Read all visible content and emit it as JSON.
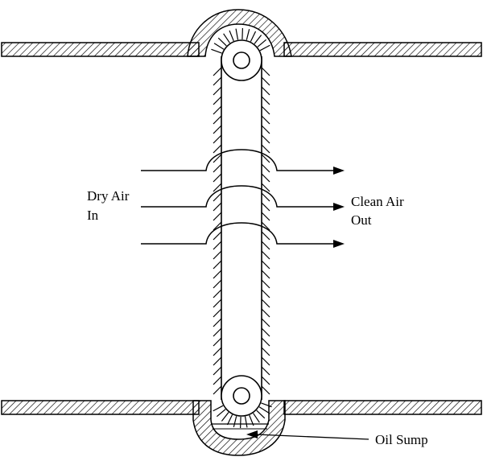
{
  "labels": {
    "dry_air_line1": "Dry Air",
    "dry_air_line2": "In",
    "clean_air_line1": "Clean Air",
    "clean_air_line2": "Out",
    "oil_sump": "Oil Sump"
  }
}
